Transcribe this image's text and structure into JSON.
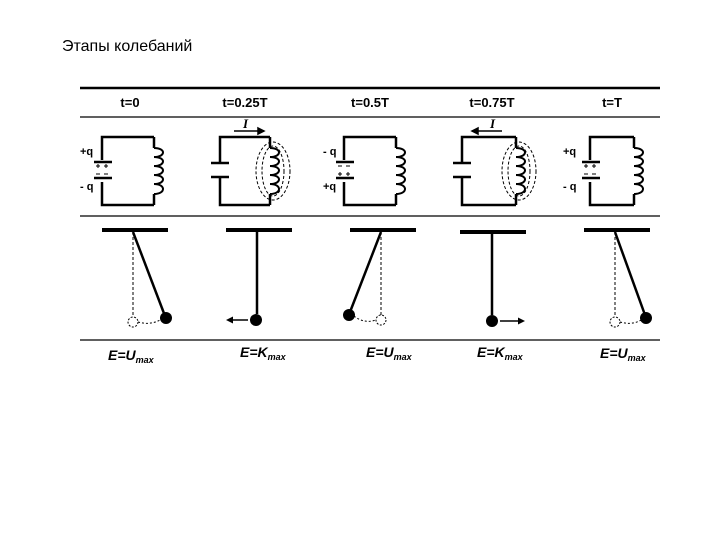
{
  "title": "Этапы колебаний",
  "stages": [
    {
      "time": "t=0",
      "charges": [
        "+q",
        "- q"
      ],
      "current": "",
      "energy": {
        "main": "E=U",
        "sub": "max"
      }
    },
    {
      "time": "t=0.25T",
      "charges": [],
      "current": "I",
      "energy": {
        "main": "E=K",
        "sub": "max"
      }
    },
    {
      "time": "t=0.5T",
      "charges": [
        "- q",
        "+q"
      ],
      "current": "",
      "energy": {
        "main": "E=U",
        "sub": "max"
      }
    },
    {
      "time": "t=0.75T",
      "charges": [],
      "current": "I",
      "energy": {
        "main": "E=K",
        "sub": "max"
      }
    },
    {
      "time": "t=T",
      "charges": [
        "+q",
        "- q"
      ],
      "current": "",
      "energy": {
        "main": "E=U",
        "sub": "max"
      }
    }
  ]
}
